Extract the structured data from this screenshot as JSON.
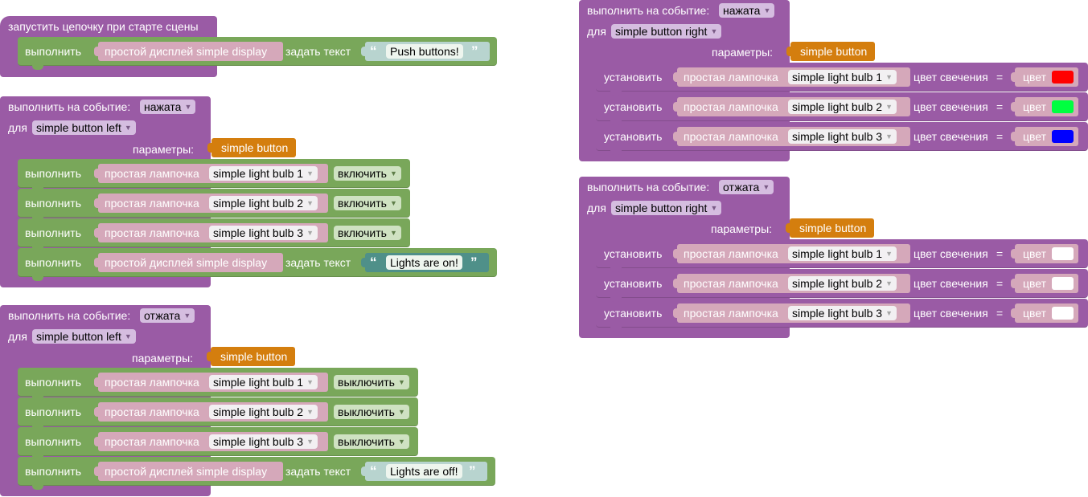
{
  "colors": {
    "event_block": "#9a5ba5",
    "do_block": "#79a75a",
    "param": "#d47e0e",
    "block": "#d5a8ba",
    "text_block": "#b8d4cf",
    "text_block_selected": "#4f9089"
  },
  "start_chain": {
    "title": "запустить цепочку при старте сцены",
    "row": {
      "do": "выполнить",
      "block": "простой дисплей simple display",
      "action": "задать текст",
      "text": "Push buttons!"
    }
  },
  "events": {
    "for_label": "для",
    "params_label": "параметры:",
    "param_value": "simple button",
    "event_label": "выполнить на событие:",
    "pressed": "нажата",
    "released": "отжата",
    "left": "simple button left",
    "right": "simple button right"
  },
  "common": {
    "do": "выполнить",
    "set": "установить",
    "bulb_block": "простая лампочка",
    "display_block": "простой дисплей simple display",
    "set_text": "задать текст",
    "glow_color": "цвет свечения",
    "eq": "=",
    "color_label": "цвет",
    "bulbs": [
      "simple light bulb 1",
      "simple light bulb 2",
      "simple light bulb 3"
    ],
    "on": "включить",
    "off": "выключить"
  },
  "left_pressed": {
    "text": "Lights are on!"
  },
  "left_released": {
    "text": "Lights are off!"
  },
  "right_pressed": {
    "colors": [
      "#ff0000",
      "#00ff40",
      "#0000ff"
    ]
  },
  "right_released": {
    "colors": [
      "#ffffff",
      "#ffffff",
      "#ffffff"
    ]
  },
  "icons": {
    "quote_open": "“",
    "quote_close": "”",
    "caret": "▼"
  }
}
